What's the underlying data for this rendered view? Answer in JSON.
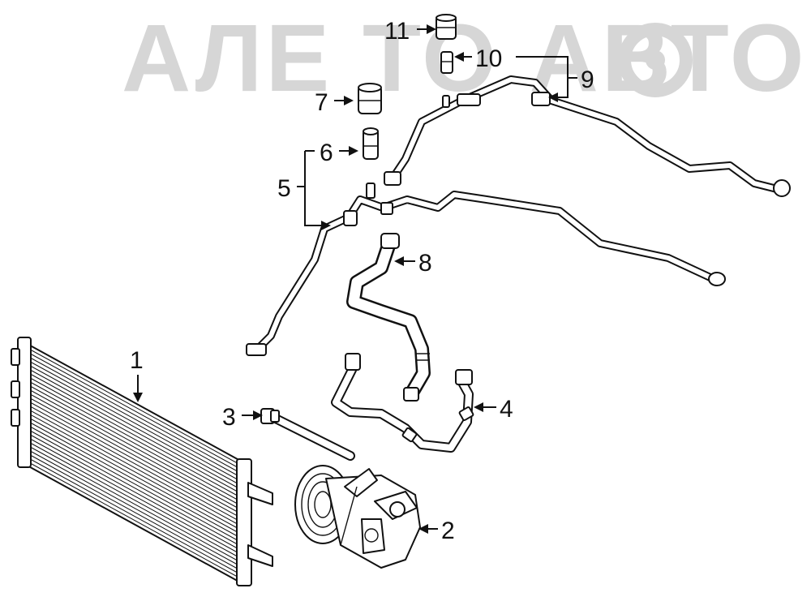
{
  "watermark": {
    "text": "АЛЕ ТО АВТО"
  },
  "callouts": [
    {
      "id": "1",
      "text": "1"
    },
    {
      "id": "2",
      "text": "2"
    },
    {
      "id": "3",
      "text": "3"
    },
    {
      "id": "4",
      "text": "4"
    },
    {
      "id": "5",
      "text": "5"
    },
    {
      "id": "6",
      "text": "6"
    },
    {
      "id": "7",
      "text": "7"
    },
    {
      "id": "8",
      "text": "8"
    },
    {
      "id": "9",
      "text": "9"
    },
    {
      "id": "10",
      "text": "10"
    },
    {
      "id": "11",
      "text": "11"
    }
  ],
  "colors": {
    "line": "#111111",
    "watermark": "#d6d6d6",
    "background": "#ffffff"
  }
}
